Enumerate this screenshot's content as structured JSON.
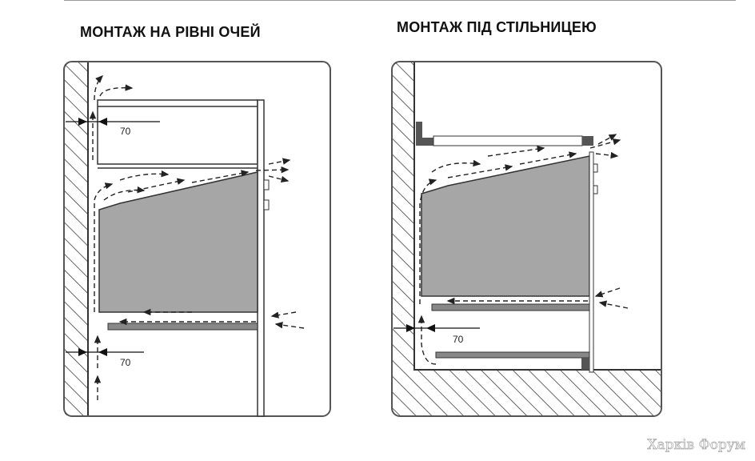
{
  "titles": {
    "eye_level": "МОНТАЖ НА РІВНІ ОЧЕЙ",
    "under_counter": "МОНТАЖ ПІД СТІЛЬНИЦЕЮ"
  },
  "dimensions": {
    "left_top": "70",
    "left_bottom": "70",
    "right": "70"
  },
  "watermark": "Харків Форум",
  "colors": {
    "oven_fill": "#a6a6a6",
    "line": "#333333",
    "panel_border": "#555555"
  }
}
